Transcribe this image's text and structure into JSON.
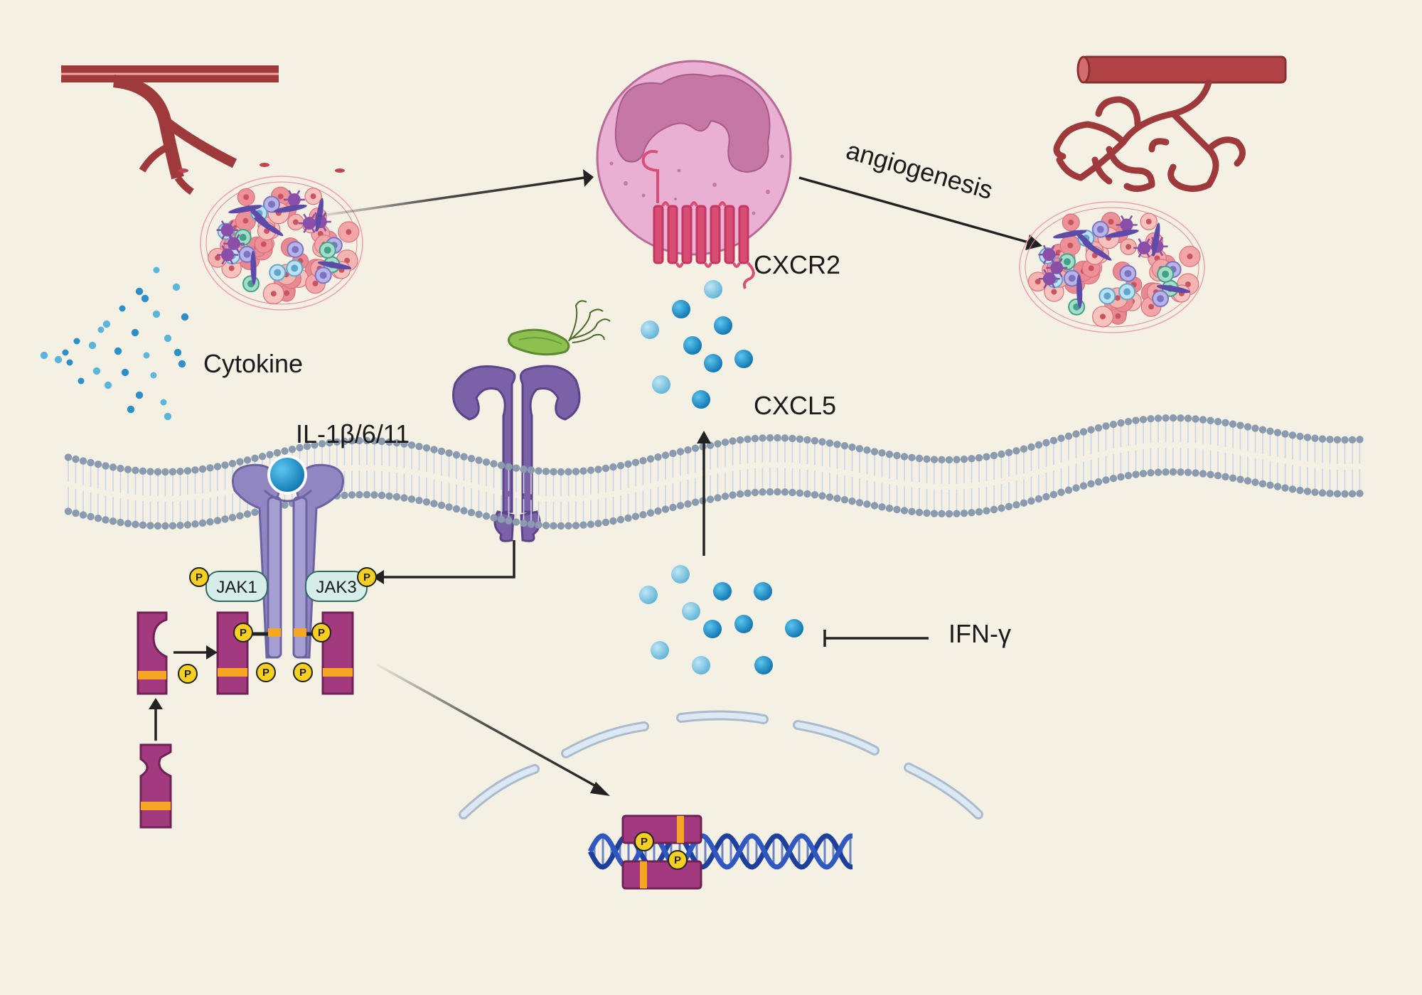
{
  "labels": {
    "cxcr2": "CXCR2",
    "cxcl5": "CXCL5",
    "cytokine": "Cytokine",
    "il": "IL-1β/6/11",
    "ifn": "IFN-γ",
    "angiogenesis": "angiogenesis",
    "jak1": "JAK1",
    "jak3": "JAK3",
    "phospho": "P"
  },
  "colors": {
    "background": "#f5f0e4",
    "vessel": "#9e3a3c",
    "neutrophil": "#eab0d3",
    "receptor": "#d94e74",
    "chemokine": "#2c9fd6",
    "membrane": "#8a9bb0",
    "stat": "#a3397e",
    "phosphate": "#f5d020",
    "il_receptor": "#8f86c2",
    "bacteria_receptor": "#7b62a8",
    "dna": "#1e3f9a"
  }
}
